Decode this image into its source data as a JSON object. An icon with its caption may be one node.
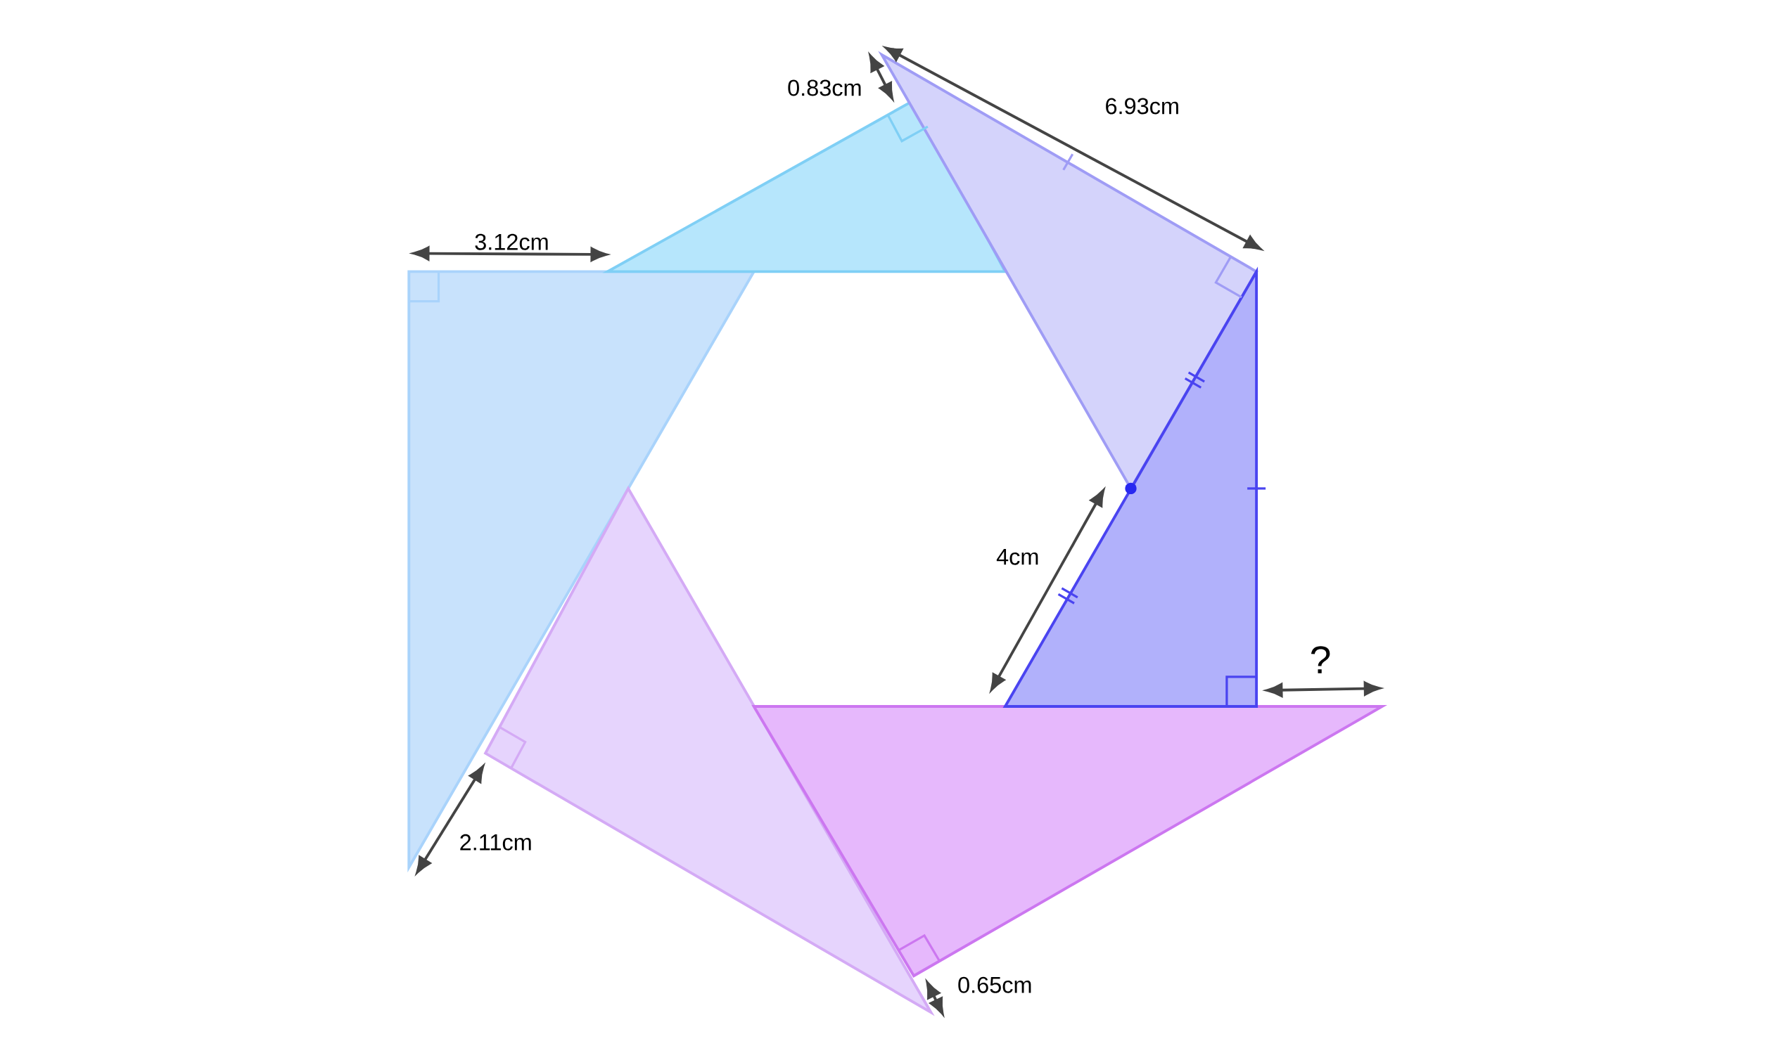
{
  "diagram": {
    "labels": [
      "0.83cm",
      "6.93cm",
      "3.12cm",
      "4cm",
      "?",
      "2.11cm",
      "0.65cm"
    ]
  }
}
